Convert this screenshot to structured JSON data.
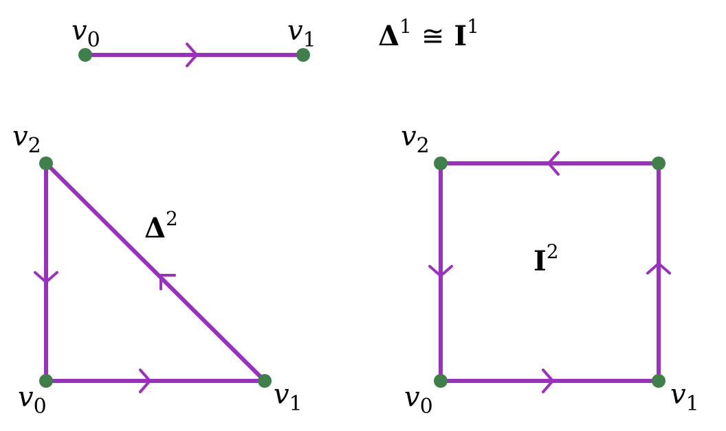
{
  "colors": {
    "edge": "#9b2fc0",
    "vertex": "#3f7f4a",
    "text": "#000000",
    "background": "#ffffff"
  },
  "interval": {
    "v0": {
      "base": "v",
      "sub": "0"
    },
    "v1": {
      "base": "v",
      "sub": "1"
    },
    "label": {
      "delta": "Δ",
      "delta_sup": "1",
      "iso": "≅",
      "i": "I",
      "i_sup": "1"
    }
  },
  "simplex": {
    "v0": {
      "base": "v",
      "sub": "0"
    },
    "v1": {
      "base": "v",
      "sub": "1"
    },
    "v2": {
      "base": "v",
      "sub": "2"
    },
    "label": {
      "base": "Δ",
      "sup": "2"
    }
  },
  "square": {
    "v0": {
      "base": "v",
      "sub": "0"
    },
    "v1": {
      "base": "v",
      "sub": "1"
    },
    "v2": {
      "base": "v",
      "sub": "2"
    },
    "label": {
      "base": "I",
      "sup": "2"
    }
  }
}
